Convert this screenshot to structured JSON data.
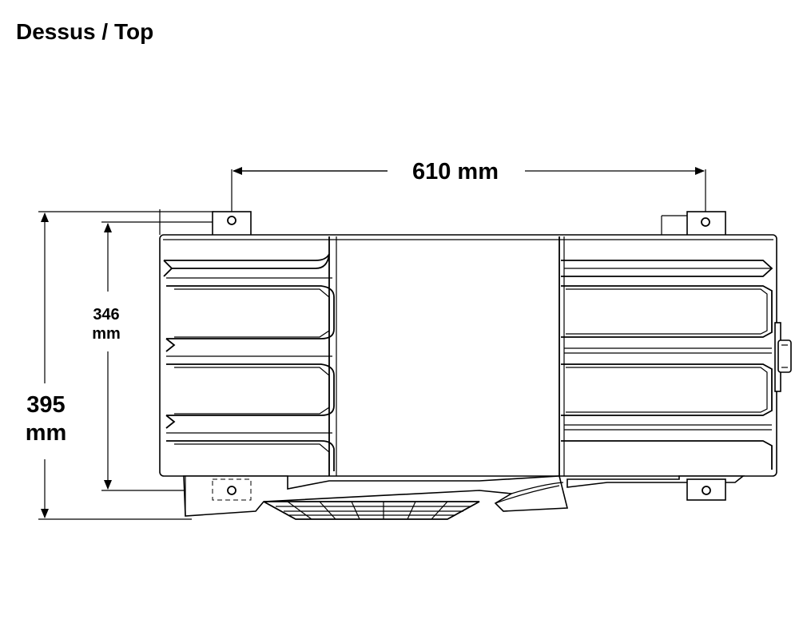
{
  "title": "Dessus / Top",
  "dimensions": {
    "width_label": "610 mm",
    "inner_depth_value": "346",
    "inner_depth_unit": "mm",
    "total_depth_value": "395",
    "total_depth_unit": "mm"
  }
}
